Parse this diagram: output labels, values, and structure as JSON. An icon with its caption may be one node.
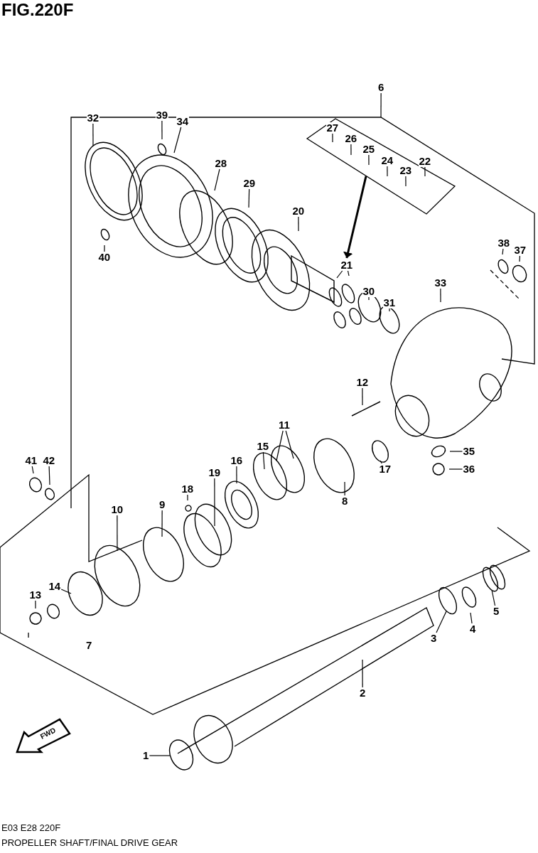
{
  "diagram": {
    "title": "FIG.220F",
    "caption": "PROPELLER SHAFT/FINAL DRIVE GEAR",
    "nodes": [
      {
        "text": [],
        "shape": "box"
      },
      {
        "text": [
          "1"
        ]
      },
      {
        "text": [
          "2"
        ]
      },
      {
        "text": [
          "3"
        ]
      },
      {
        "text": [
          "4"
        ]
      },
      {
        "text": [
          "5"
        ]
      },
      {
        "text": [
          "6"
        ]
      },
      {
        "text": [
          "7"
        ]
      },
      {
        "text": [
          "8"
        ]
      },
      {
        "text": [
          "9"
        ]
      },
      {
        "text": [
          "10"
        ]
      },
      {
        "text": [
          "11"
        ]
      },
      {
        "text": [
          "12"
        ]
      },
      {
        "text": [
          "13"
        ]
      },
      {
        "text": [
          "14"
        ]
      },
      {
        "text": [
          "15"
        ]
      },
      {
        "text": [
          "16"
        ]
      },
      {
        "text": [
          "17"
        ]
      },
      {
        "text": [
          "18"
        ]
      },
      {
        "text": [
          "19"
        ]
      },
      {
        "text": [
          "20"
        ]
      },
      {
        "text": [
          "21"
        ]
      },
      {
        "text": [
          "22"
        ],
        "in": 0
      },
      {
        "text": [
          "23"
        ],
        "in": 0
      },
      {
        "text": [
          "24"
        ],
        "in": 0
      },
      {
        "text": [
          "25"
        ],
        "in": 0
      },
      {
        "text": [
          "26"
        ],
        "in": 0
      },
      {
        "text": [
          "27"
        ],
        "in": 0
      },
      {
        "text": [
          "28"
        ]
      },
      {
        "text": [
          "29"
        ]
      },
      {
        "text": [
          "30"
        ]
      },
      {
        "text": [
          "31"
        ]
      },
      {
        "text": [
          "32"
        ]
      },
      {
        "text": [
          "33"
        ]
      },
      {
        "text": [
          "34"
        ]
      },
      {
        "text": [
          "35"
        ]
      },
      {
        "text": [
          "36"
        ]
      },
      {
        "text": [
          "37"
        ]
      },
      {
        "text": [
          "38"
        ]
      },
      {
        "text": [
          "39"
        ]
      },
      {
        "text": [
          "40"
        ]
      },
      {
        "text": [
          "41"
        ]
      },
      {
        "text": [
          "42"
        ]
      }
    ],
    "edges": [
      {
        "from": 0,
        "to": 21,
        "arrow": "to",
        "style": "thick"
      },
      {
        "from": 1,
        "to": null,
        "arrow": "none"
      },
      {
        "from": 2,
        "to": null,
        "arrow": "none"
      },
      {
        "from": 3,
        "to": null,
        "arrow": "none"
      },
      {
        "from": 4,
        "to": null,
        "arrow": "none"
      },
      {
        "from": 5,
        "to": null,
        "arrow": "none"
      },
      {
        "from": 6,
        "to": null,
        "arrow": "none"
      },
      {
        "from": 8,
        "to": null,
        "arrow": "none"
      },
      {
        "from": 9,
        "to": null,
        "arrow": "none"
      },
      {
        "from": 10,
        "to": null,
        "arrow": "none"
      },
      {
        "from": 11,
        "to": null,
        "arrow": "none"
      },
      {
        "from": 11,
        "to": null,
        "arrow": "none"
      },
      {
        "from": 12,
        "to": null,
        "arrow": "none"
      },
      {
        "from": 13,
        "to": null,
        "arrow": "none"
      },
      {
        "from": 14,
        "to": null,
        "arrow": "none"
      },
      {
        "from": 15,
        "to": null,
        "arrow": "none"
      },
      {
        "from": 16,
        "to": null,
        "arrow": "none"
      },
      {
        "from": 17,
        "to": null,
        "arrow": "none"
      },
      {
        "from": 18,
        "to": null,
        "arrow": "none"
      },
      {
        "from": 19,
        "to": null,
        "arrow": "none"
      },
      {
        "from": 20,
        "to": null,
        "arrow": "none"
      },
      {
        "from": 21,
        "to": null,
        "arrow": "none"
      },
      {
        "from": 21,
        "to": null,
        "arrow": "none"
      },
      {
        "from": 22,
        "to": null,
        "arrow": "none"
      },
      {
        "from": 23,
        "to": null,
        "arrow": "none"
      },
      {
        "from": 24,
        "to": null,
        "arrow": "none"
      },
      {
        "from": 25,
        "to": null,
        "arrow": "none"
      },
      {
        "from": 26,
        "to": null,
        "arrow": "none"
      },
      {
        "from": 27,
        "to": null,
        "arrow": "none"
      },
      {
        "from": 28,
        "to": null,
        "arrow": "none"
      },
      {
        "from": 29,
        "to": null,
        "arrow": "none"
      },
      {
        "from": 30,
        "to": null,
        "arrow": "none"
      },
      {
        "from": 31,
        "to": null,
        "arrow": "none"
      },
      {
        "from": 32,
        "to": null,
        "arrow": "none"
      },
      {
        "from": 33,
        "to": null,
        "arrow": "none"
      },
      {
        "from": 34,
        "to": null,
        "arrow": "none"
      },
      {
        "from": 35,
        "to": null,
        "arrow": "none"
      },
      {
        "from": 36,
        "to": null,
        "arrow": "none"
      },
      {
        "from": 37,
        "to": null,
        "arrow": "none"
      },
      {
        "from": 38,
        "to": null,
        "arrow": "none"
      },
      {
        "from": 39,
        "to": null,
        "arrow": "none"
      },
      {
        "from": 40,
        "to": null,
        "arrow": "none"
      },
      {
        "from": 41,
        "to": null,
        "arrow": "none"
      },
      {
        "from": 42,
        "to": null,
        "arrow": "none"
      }
    ],
    "labels": [
      "FWD",
      "E03 E28 220F"
    ]
  }
}
